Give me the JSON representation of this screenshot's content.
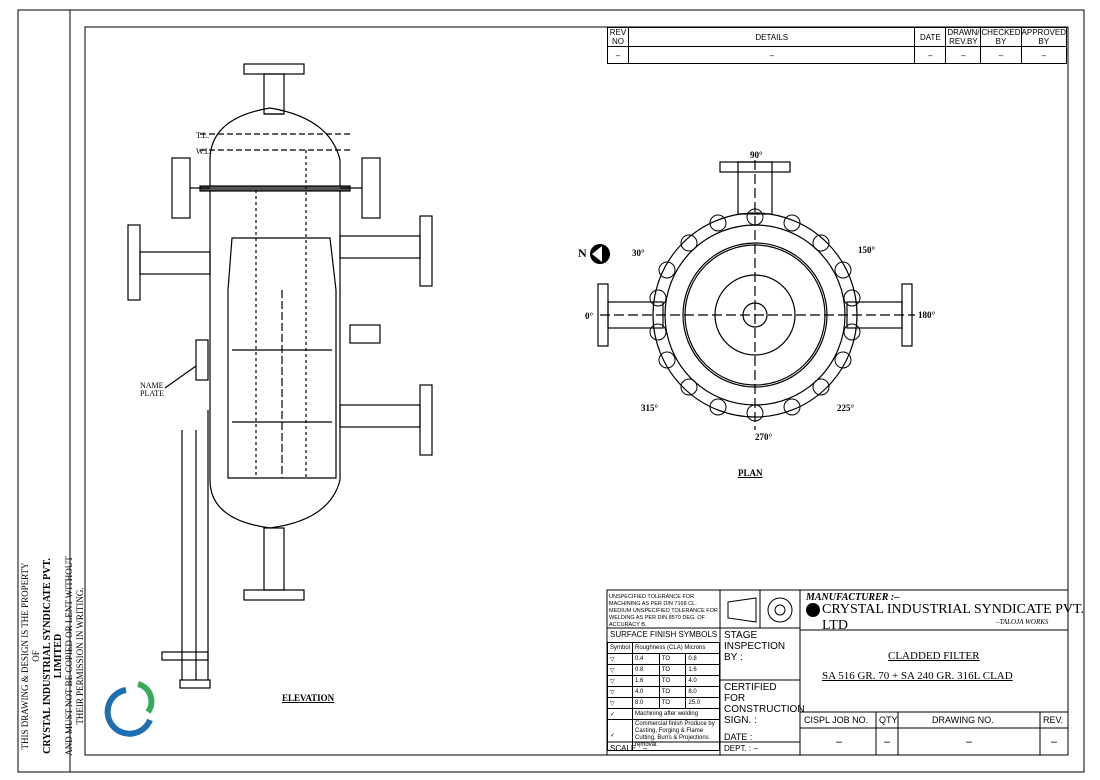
{
  "side_note": {
    "line1": "THIS DRAWING & DESIGN IS THE PROPERTY OF",
    "line2": "CRYSTAL INDUSTRIAL SYNDICATE PVT. LIMITED",
    "line3": "AND MUST NOT BE COPIED OR LENT WITHOUT",
    "line4": "THEIR PERMISSION IN WRITING."
  },
  "revision_table": {
    "headers": [
      "REV NO",
      "DETAILS",
      "DATE",
      "DRAWN/ REV.BY",
      "CHECKED BY",
      "APPROVED BY"
    ],
    "row": [
      "–",
      "–",
      "–",
      "–",
      "–",
      "–"
    ]
  },
  "elevation": {
    "label": "ELEVATION",
    "tl": "T.L.",
    "wl": "W.L.",
    "name_plate": "NAME PLATE"
  },
  "plan": {
    "label": "PLAN",
    "north": "N",
    "angles": [
      "90°",
      "150°",
      "180°",
      "225°",
      "270°",
      "315°",
      "0°",
      "30°"
    ]
  },
  "title_block": {
    "tolerance": "UNSPECIFIED TOLERANCE FOR MACHINING AS PER DIN 7168 CL. MEDIUM UNSPECIFIED TOLERANCE FOR WELDING AS PER DIN 8570 DEG. OF ACCURACY B.",
    "surface_finish_title": "SURFACE FINISH SYMBOLS",
    "finish_headers": [
      "Symbol",
      "Roughness (CLA) Microns"
    ],
    "finish_rows": [
      [
        "0.4",
        "TO",
        "0.8"
      ],
      [
        "0.8",
        "TO",
        "1.6"
      ],
      [
        "1.6",
        "TO",
        "4.0"
      ],
      [
        "4.0",
        "TO",
        "8.0"
      ],
      [
        "8.0",
        "TO",
        "25.0"
      ]
    ],
    "machining_note": "Machining after welding",
    "commercial_note": "Commercial finish Produce by Casting, Forging & Flame Cutting, Burrs & Projections removal.",
    "scale": "SCALE : –",
    "stage_inspection": "STAGE INSPECTION BY :",
    "certified": "CERTIFIED FOR CONSTRUCTION SIGN. :",
    "date": "DATE :",
    "dept": "DEPT. : –",
    "manufacturer_label": "MANUFACTURER :–",
    "company": "CRYSTAL INDUSTRIAL SYNDICATE PVT. LTD",
    "works": "–TALOJA WORKS",
    "drawing_title": "CLADDED FILTER",
    "material": "SA 516 GR. 70 + SA 240 GR. 316L CLAD",
    "job_headers": [
      "CISPL JOB NO.",
      "QTY",
      "DRAWING NO.",
      "REV."
    ],
    "job_values": [
      "–",
      "–",
      "–",
      "–"
    ]
  }
}
